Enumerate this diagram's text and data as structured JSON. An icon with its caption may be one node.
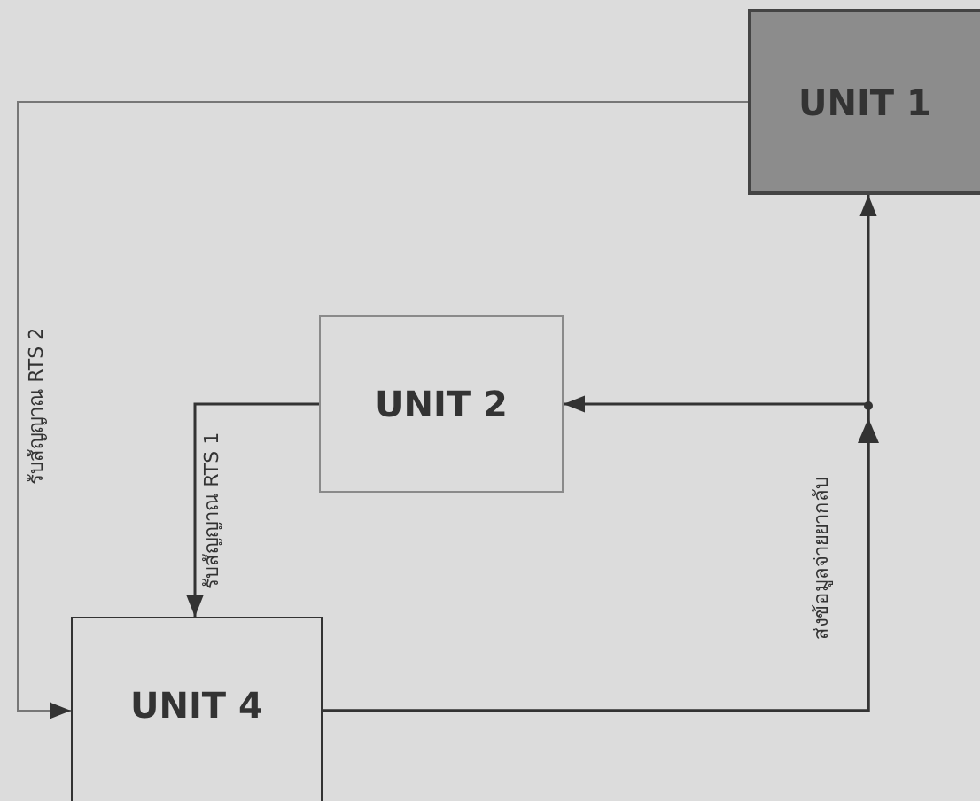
{
  "diagram": {
    "nodes": [
      {
        "text": [
          "UNIT 1"
        ]
      },
      {
        "text": [
          "UNIT 2"
        ]
      },
      {
        "text": [
          "UNIT 4"
        ]
      }
    ],
    "edges": [
      {
        "from": 0,
        "to": 2,
        "arrow": "to",
        "label": "รับสัญญาณ RTS 2"
      },
      {
        "from": 1,
        "to": 2,
        "arrow": "to",
        "label": "รับสัญญาณ RTS 1"
      },
      {
        "from": 2,
        "to": 1,
        "arrow": "to",
        "label": "ส่งข้อมูลจ่ายยากลับ"
      },
      {
        "from": 2,
        "to": 0,
        "arrow": "to"
      }
    ]
  }
}
